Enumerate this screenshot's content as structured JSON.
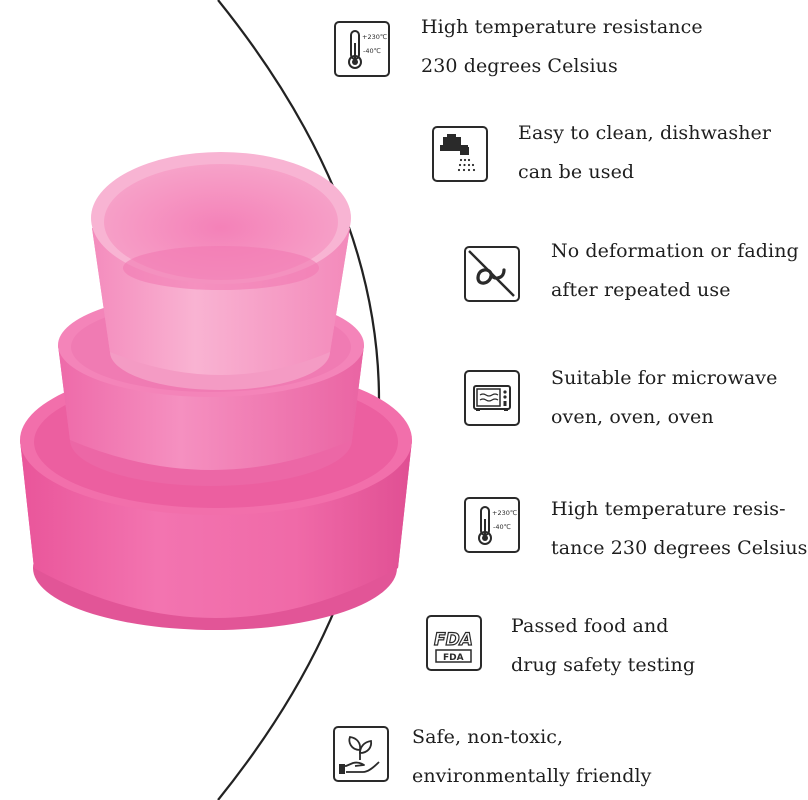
{
  "features": [
    {
      "icon": "thermometer-icon",
      "temp_high": "+230℃",
      "temp_low": "-40℃",
      "line1": "High temperature resistance",
      "line2": "230 degrees Celsius"
    },
    {
      "icon": "faucet-icon",
      "line1": "Easy to clean, dishwasher",
      "line2": "can be used"
    },
    {
      "icon": "no-deformation-icon",
      "line1": "No deformation or fading",
      "line2": "after repeated use"
    },
    {
      "icon": "microwave-icon",
      "line1": "Suitable for microwave",
      "line2": "oven, oven, oven"
    },
    {
      "icon": "thermometer-icon",
      "temp_high": "+230℃",
      "temp_low": "-40℃",
      "line1": "High temperature resis-",
      "line2": "tance 230 degrees Celsius"
    },
    {
      "icon": "fda-icon",
      "fda_logo": "FDA",
      "fda_label": "FDA",
      "line1": "Passed food and",
      "line2": "drug safety testing"
    },
    {
      "icon": "plant-hand-icon",
      "line1": "Safe, non-toxic,",
      "line2": "environmentally friendly"
    }
  ],
  "colors": {
    "pan_pink": "#f06aa8",
    "pan_light": "#f7a8cc",
    "icon_stroke": "#2a2a2a",
    "arc_line": "#222222"
  }
}
